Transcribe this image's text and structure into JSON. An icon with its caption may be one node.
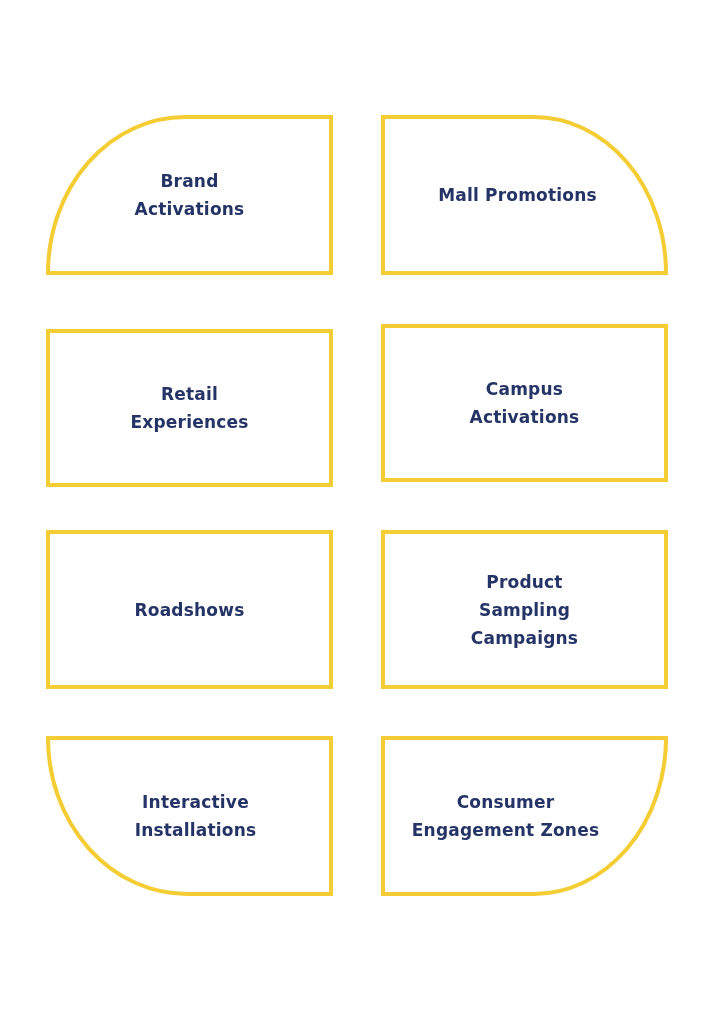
{
  "diagram": {
    "nodes": [
      {
        "text": [
          "Brand Activations"
        ]
      },
      {
        "text": [
          "Mall Promotions"
        ]
      },
      {
        "text": [
          "Retail Experiences"
        ]
      },
      {
        "text": [
          "Campus Activations"
        ]
      },
      {
        "text": [
          "Roadshows"
        ]
      },
      {
        "text": [
          "Product Sampling Campaigns"
        ]
      },
      {
        "text": [
          "Interactive Installations"
        ]
      },
      {
        "text": [
          "Consumer Engagement Zones"
        ]
      }
    ]
  }
}
